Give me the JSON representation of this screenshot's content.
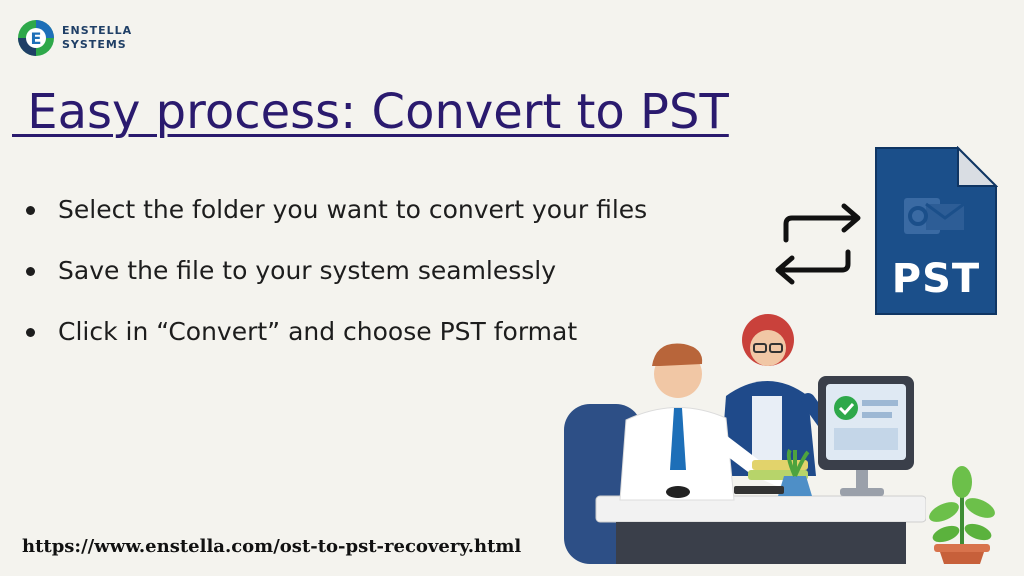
{
  "brand": {
    "name_line1": "ENSTELLA",
    "name_line2": "SYSTEMS",
    "logo_icon": "enstella-logo-icon",
    "colors": {
      "primary": "#1f3f66",
      "accent_green": "#2ea84a",
      "accent_blue": "#1d6fb8"
    }
  },
  "headline": " Easy process: Convert to PST",
  "bullets": [
    "Select the folder you want to convert your files",
    "Save the file to your system seamlessly",
    "Click in “Convert” and choose PST format"
  ],
  "pst_icon": {
    "label": "PST",
    "icon": "outlook-pst-file-icon",
    "color": "#1b4f8a"
  },
  "arrows_icon": "swap-arrows-icon",
  "illustration": "people-working-at-computer-illustration",
  "plant_icon": "potted-plant-icon",
  "footer_url": "https://www.enstella.com/ost-to-pst-recovery.html"
}
